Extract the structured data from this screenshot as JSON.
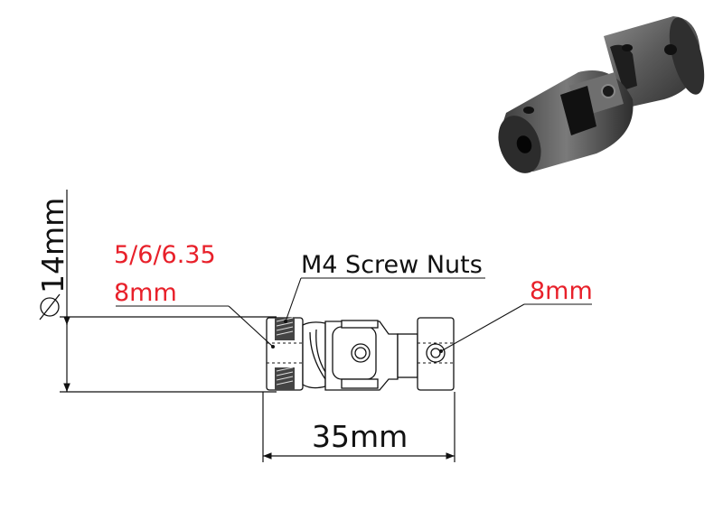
{
  "labels": {
    "diameter": "14mm",
    "bore_sizes": "5/6/6.35",
    "bore_left": "8mm",
    "screw_nuts": "M4 Screw Nuts",
    "bore_right": "8mm",
    "length": "35mm"
  },
  "colors": {
    "accent_red": "#e8202a",
    "line": "#111111",
    "metal_dark": "#3a3a3a",
    "metal_mid": "#6e6e6e",
    "metal_light": "#a9a9a9"
  }
}
